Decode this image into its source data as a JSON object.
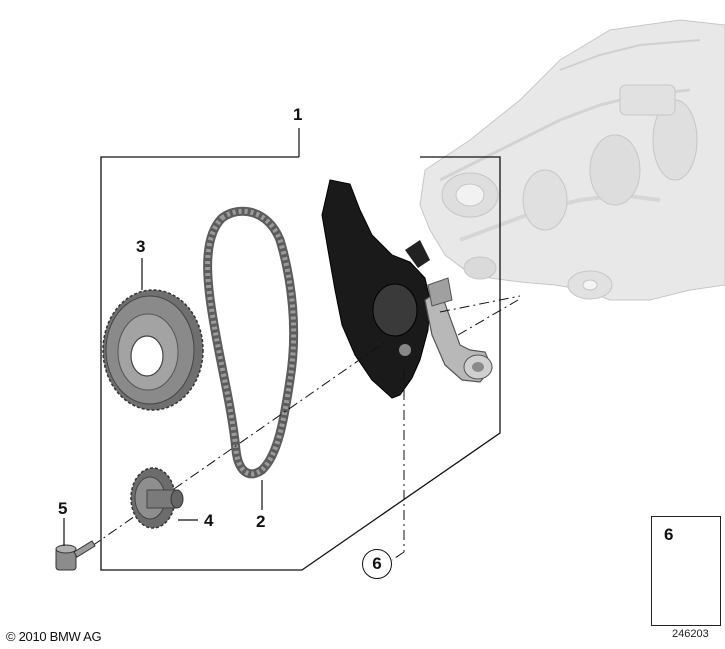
{
  "callouts": {
    "part_1": "1",
    "part_2": "2",
    "part_3": "3",
    "part_4": "4",
    "part_5": "5",
    "part_6": "6"
  },
  "legend": {
    "part_number": "6"
  },
  "footer": {
    "copyright": "© 2010 BMW AG",
    "diagram_id": "246203"
  },
  "icons": [
    "oil-pump-housing-icon",
    "sprocket-icon",
    "timing-chain-icon",
    "chain-tensioner-guide-icon",
    "small-sprocket-icon",
    "bolt-icon",
    "screw-icon",
    "direction-arrow-icon"
  ],
  "colors": {
    "line": "#111111",
    "part_gray": "#7a7a7a",
    "housing_gray": "#cfcfcf"
  }
}
